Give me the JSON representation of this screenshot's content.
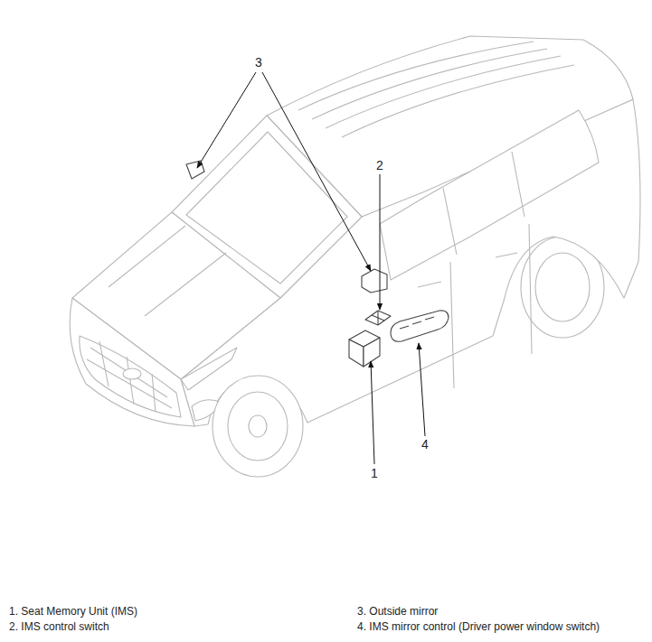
{
  "diagram": {
    "labels": [
      "3",
      "2",
      "4",
      "1",
      "1. Seat Memory Unit (IMS)",
      "3. Outside mirror",
      "2. IMS control switch",
      "4. IMS mirror control (Driver power window switch)"
    ]
  }
}
